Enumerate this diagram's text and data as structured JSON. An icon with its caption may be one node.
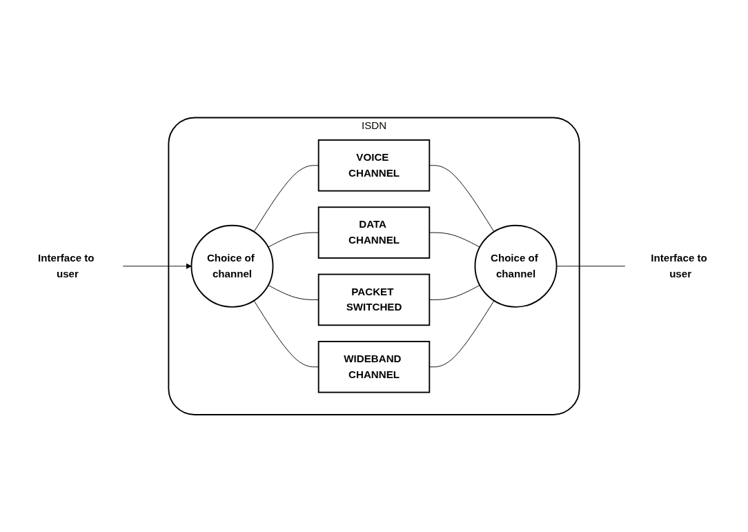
{
  "diagram": {
    "nodes": [
      {
        "text": [
          "ISDN"
        ]
      },
      {
        "text": [
          "Interface to user"
        ]
      },
      {
        "text": [
          "Choice of channel"
        ],
        "in": 0
      },
      {
        "text": [
          "VOICE CHANNEL"
        ],
        "in": 0
      },
      {
        "text": [
          "DATA CHANNEL"
        ],
        "in": 0
      },
      {
        "text": [
          "PACKET SWITCHED"
        ],
        "in": 0
      },
      {
        "text": [
          "WIDEBAND CHANNEL"
        ],
        "in": 0
      },
      {
        "text": [
          "Choice of channel"
        ],
        "in": 0
      },
      {
        "text": [
          "Interface to user"
        ]
      }
    ],
    "edges": [
      {
        "from": 1,
        "to": 2,
        "arrow": "to"
      },
      {
        "from": 2,
        "to": 3,
        "arrow": "none"
      },
      {
        "from": 2,
        "to": 4,
        "arrow": "none"
      },
      {
        "from": 2,
        "to": 5,
        "arrow": "none"
      },
      {
        "from": 2,
        "to": 6,
        "arrow": "none"
      },
      {
        "from": 3,
        "to": 7,
        "arrow": "none"
      },
      {
        "from": 4,
        "to": 7,
        "arrow": "none"
      },
      {
        "from": 5,
        "to": 7,
        "arrow": "none"
      },
      {
        "from": 6,
        "to": 7,
        "arrow": "none"
      },
      {
        "from": 7,
        "to": 8,
        "arrow": "none"
      }
    ]
  }
}
